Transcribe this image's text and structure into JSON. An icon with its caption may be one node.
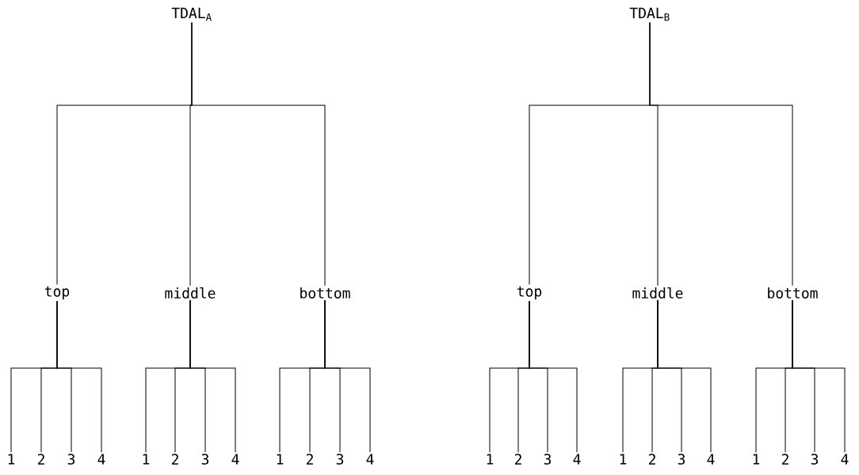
{
  "diagram": {
    "nodes": [
      {
        "text": [
          "TDAL$_{A}$"
        ]
      },
      {
        "text": [
          "top"
        ]
      },
      {
        "text": [
          "middle"
        ]
      },
      {
        "text": [
          "bottom"
        ]
      },
      {
        "text": [
          "1"
        ]
      },
      {
        "text": [
          "2"
        ]
      },
      {
        "text": [
          "3"
        ]
      },
      {
        "text": [
          "4"
        ]
      },
      {
        "text": [
          "1"
        ]
      },
      {
        "text": [
          "2"
        ]
      },
      {
        "text": [
          "3"
        ]
      },
      {
        "text": [
          "4"
        ]
      },
      {
        "text": [
          "1"
        ]
      },
      {
        "text": [
          "2"
        ]
      },
      {
        "text": [
          "3"
        ]
      },
      {
        "text": [
          "4"
        ]
      },
      {
        "text": [
          "TDAL$_{B}$"
        ]
      },
      {
        "text": [
          "top"
        ]
      },
      {
        "text": [
          "middle"
        ]
      },
      {
        "text": [
          "bottom"
        ]
      },
      {
        "text": [
          "1"
        ]
      },
      {
        "text": [
          "2"
        ]
      },
      {
        "text": [
          "3"
        ]
      },
      {
        "text": [
          "4"
        ]
      },
      {
        "text": [
          "1"
        ]
      },
      {
        "text": [
          "2"
        ]
      },
      {
        "text": [
          "3"
        ]
      },
      {
        "text": [
          "4"
        ]
      },
      {
        "text": [
          "1"
        ]
      },
      {
        "text": [
          "2"
        ]
      },
      {
        "text": [
          "3"
        ]
      },
      {
        "text": [
          "4"
        ]
      }
    ],
    "edges": [
      {
        "from": 0,
        "to": 1,
        "arrow": "none"
      },
      {
        "from": 0,
        "to": 2,
        "arrow": "none"
      },
      {
        "from": 0,
        "to": 3,
        "arrow": "none"
      },
      {
        "from": 1,
        "to": 4,
        "arrow": "none"
      },
      {
        "from": 1,
        "to": 5,
        "arrow": "none"
      },
      {
        "from": 1,
        "to": 6,
        "arrow": "none"
      },
      {
        "from": 1,
        "to": 7,
        "arrow": "none"
      },
      {
        "from": 2,
        "to": 8,
        "arrow": "none"
      },
      {
        "from": 2,
        "to": 9,
        "arrow": "none"
      },
      {
        "from": 2,
        "to": 10,
        "arrow": "none"
      },
      {
        "from": 2,
        "to": 11,
        "arrow": "none"
      },
      {
        "from": 3,
        "to": 12,
        "arrow": "none"
      },
      {
        "from": 3,
        "to": 13,
        "arrow": "none"
      },
      {
        "from": 3,
        "to": 14,
        "arrow": "none"
      },
      {
        "from": 3,
        "to": 15,
        "arrow": "none"
      },
      {
        "from": 16,
        "to": 17,
        "arrow": "none"
      },
      {
        "from": 16,
        "to": 18,
        "arrow": "none"
      },
      {
        "from": 16,
        "to": 19,
        "arrow": "none"
      },
      {
        "from": 17,
        "to": 20,
        "arrow": "none"
      },
      {
        "from": 17,
        "to": 21,
        "arrow": "none"
      },
      {
        "from": 17,
        "to": 22,
        "arrow": "none"
      },
      {
        "from": 17,
        "to": 23,
        "arrow": "none"
      },
      {
        "from": 18,
        "to": 24,
        "arrow": "none"
      },
      {
        "from": 18,
        "to": 25,
        "arrow": "none"
      },
      {
        "from": 18,
        "to": 26,
        "arrow": "none"
      },
      {
        "from": 18,
        "to": 27,
        "arrow": "none"
      },
      {
        "from": 19,
        "to": 28,
        "arrow": "none"
      },
      {
        "from": 19,
        "to": 29,
        "arrow": "none"
      },
      {
        "from": 19,
        "to": 30,
        "arrow": "none"
      },
      {
        "from": 19,
        "to": 31,
        "arrow": "none"
      }
    ]
  }
}
